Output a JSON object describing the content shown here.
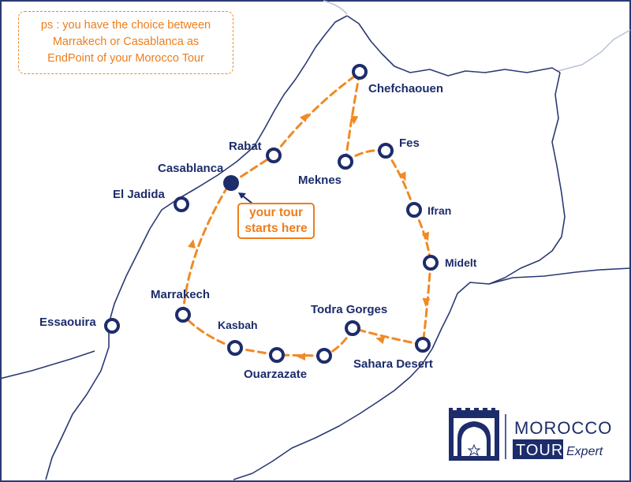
{
  "note": {
    "lines": [
      "ps : you have the choice  between",
      "Marrakech or Casablanca as",
      "EndPoint of your Morocco Tour"
    ]
  },
  "start_badge": {
    "line1": "your tour",
    "line2": "starts here"
  },
  "cities": {
    "casablanca": "Casablanca",
    "rabat": "Rabat",
    "chefchaouen": "Chefchaouen",
    "meknes": "Meknes",
    "fes": "Fes",
    "ifran": "Ifran",
    "midelt": "Midelt",
    "sahara_desert": "Sahara Desert",
    "todra_gorges": "Todra Gorges",
    "ouarzazate": "Ouarzazate",
    "kasbah": "Kasbah",
    "marrakech": "Marrakech",
    "el_jadida": "El Jadida",
    "essaouira": "Essaouira"
  },
  "logo": {
    "line1": "MOROCCO",
    "tour": "TOUR",
    "expert": "Expert"
  },
  "colors": {
    "route": "#f08a24",
    "marker": "#1d2c6b",
    "border": "#2a3a73",
    "neighbor_border": "#b9c2d6"
  }
}
